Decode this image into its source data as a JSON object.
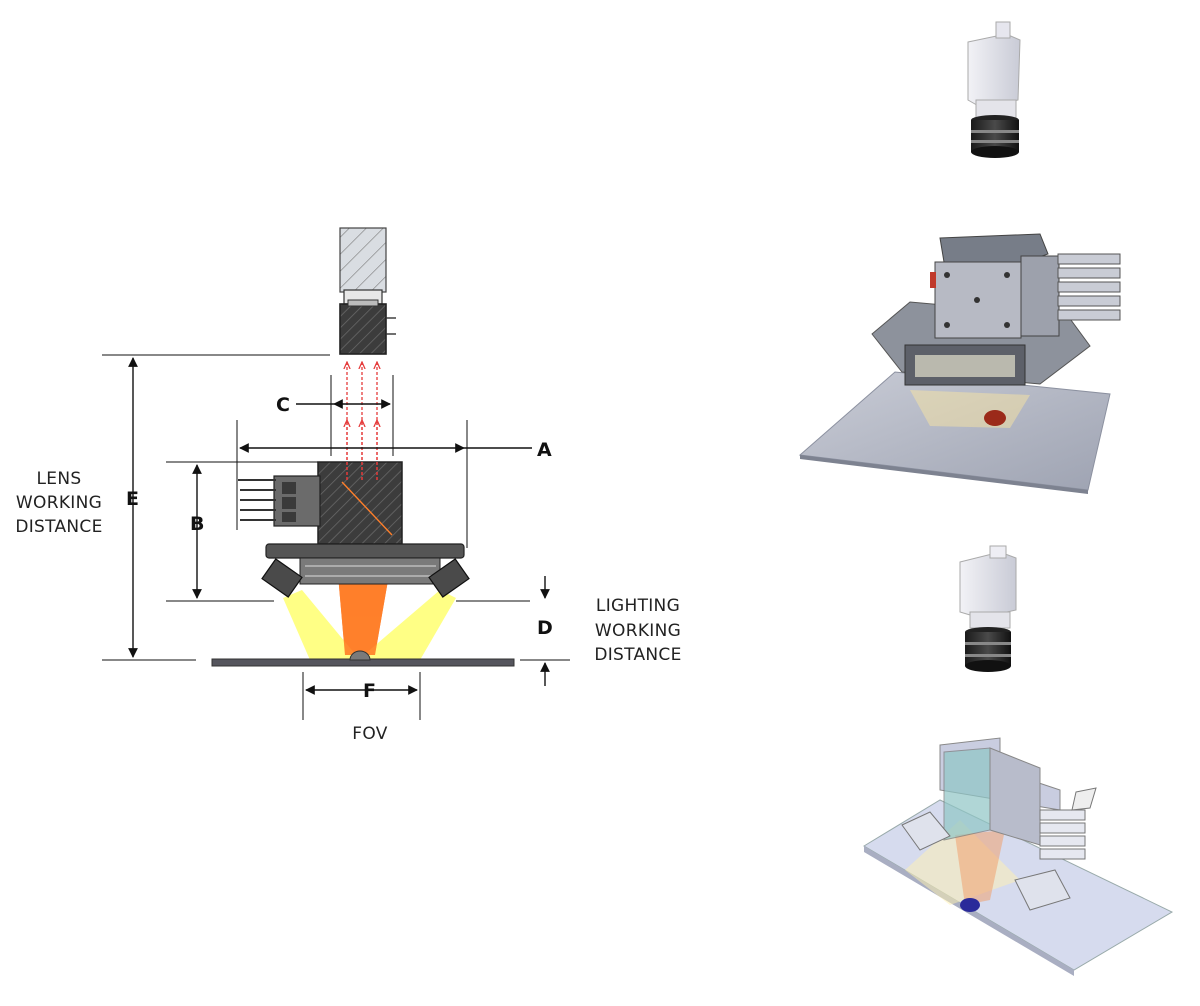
{
  "labels": {
    "a": "A",
    "b": "B",
    "c": "C",
    "d": "D",
    "e": "E",
    "f": "F",
    "lens_working_distance": [
      "LENS",
      "WORKING",
      "DISTANCE"
    ],
    "lighting_working_distance": [
      "LIGHTING",
      "WORKING",
      "DISTANCE"
    ],
    "fov": "FOV"
  },
  "colors": {
    "camera_body": "#3a3a3a",
    "hatch_bg": "#d9dde2",
    "light_cone": "#ffff66",
    "camera_cone": "#ff7f2a",
    "ray": "#e53b3b",
    "plate": "#b8bcc8",
    "plate_edge": "#8c91a0"
  }
}
